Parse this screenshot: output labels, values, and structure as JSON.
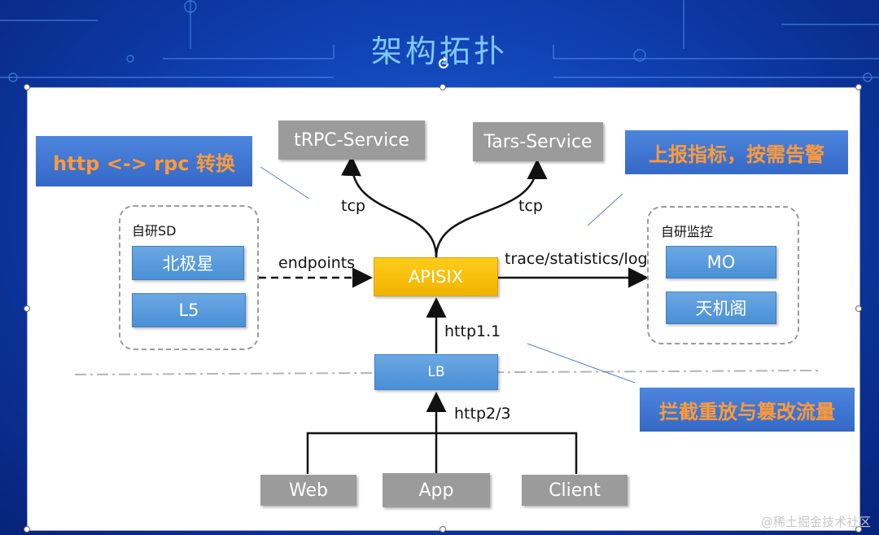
{
  "title": "架构拓扑",
  "services": {
    "trpc": "tRPC-Service",
    "tars": "Tars-Service"
  },
  "callouts": {
    "http_rpc": "http <-> rpc 转换",
    "report": "上报指标，按需告警",
    "intercept": "拦截重放与篡改流量"
  },
  "groups": {
    "sd": {
      "title": "自研SD",
      "items": [
        "北极星",
        "L5"
      ]
    },
    "monitor": {
      "title": "自研监控",
      "items": [
        "MO",
        "天机阁"
      ]
    }
  },
  "apisix": "APISIX",
  "lb": "LB",
  "edge_labels": {
    "tcp_left": "tcp",
    "tcp_right": "tcp",
    "endpoints": "endpoints",
    "trace": "trace/statistics/log",
    "http11": "http1.1",
    "http23": "http2/3"
  },
  "clients": [
    "Web",
    "App",
    "Client"
  ],
  "watermark": "@稀土掘金技术社区"
}
